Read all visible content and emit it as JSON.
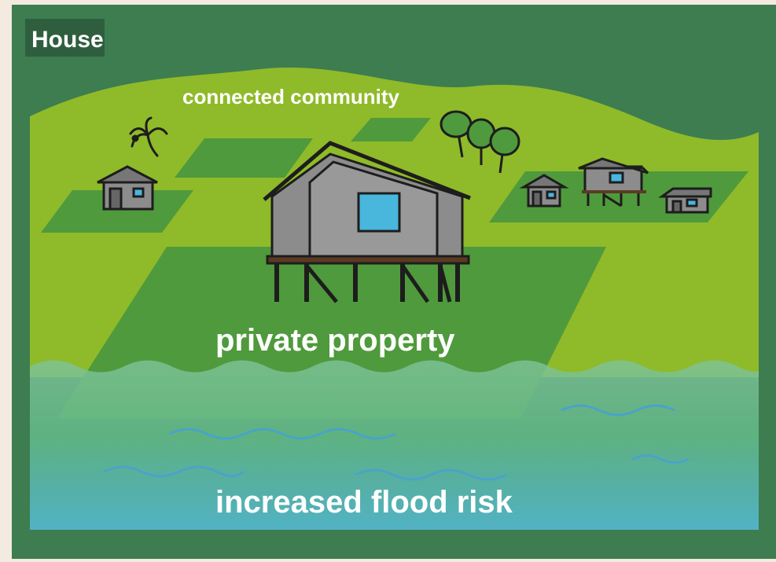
{
  "title": "House",
  "labels": {
    "connected_community": "connected community",
    "private_property": "private property",
    "increased_flood_risk": "increased flood risk"
  },
  "colors": {
    "page_background": "#f3ebdf",
    "panel": "#3d7d50",
    "land": "#8fba2a",
    "plot": "#4f9a3c",
    "water_top": "#6dbf8e",
    "water_bottom": "#58bcd8",
    "house_wall": "#8c8c8c",
    "house_window": "#49b6dc",
    "stilts": "#5a3b22"
  },
  "icons": [
    "palm-tree-icon",
    "tree-cluster-icon",
    "house-icon",
    "stilt-house-icon",
    "wave-icon"
  ]
}
